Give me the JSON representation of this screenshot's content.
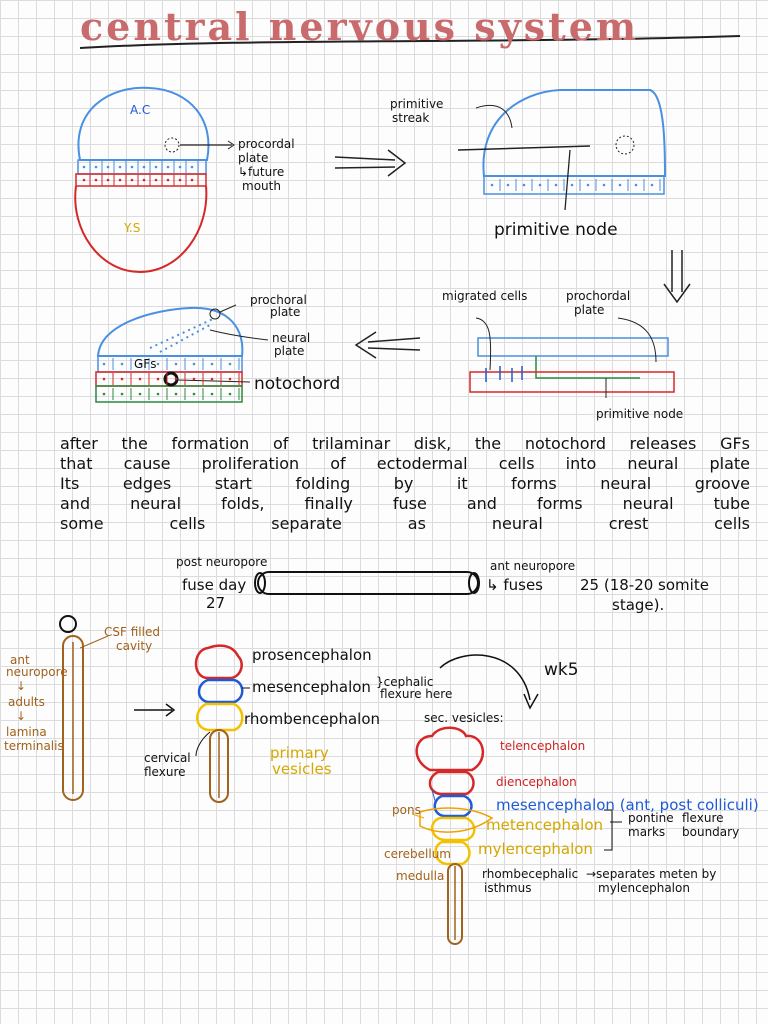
{
  "title": "central nervous system",
  "panel1": {
    "ac_label": "A.C",
    "ys_label": "Y.S",
    "plate_label_1": "procordal",
    "plate_label_2": "plate",
    "plate_label_3": "↳future",
    "plate_label_4": "mouth"
  },
  "panel2": {
    "streak_label_1": "primitive",
    "streak_label_2": "streak",
    "node_label": "primitive node"
  },
  "panel3": {
    "migrated_label": "migrated cells",
    "prochordal_label_1": "prochordal",
    "prochordal_label_2": "plate",
    "node_label": "primitive node"
  },
  "panel4": {
    "prochoral_label_1": "prochoral",
    "prochoral_label_2": "plate",
    "neural_label_1": "neural",
    "neural_label_2": "plate",
    "gfs_label": "GFs",
    "notochord_label": "notochord"
  },
  "paragraph": [
    "after the formation of trilaminar disk, the notochord releases GFs",
    "that cause proliferation of ectodermal cells into neural plate",
    "Its edges start folding by it forms neural groove",
    "and neural folds, finally fuse and forms neural tube",
    "some cells separate as neural crest cells"
  ],
  "tube": {
    "post_label": "post neuropore",
    "fuse_label": "fuse day",
    "day_value": "27",
    "ant_label": "ant neuropore",
    "fuses_label": "↳ fuses",
    "ant_value": "25 (18-20 somite",
    "stage_label": "stage)."
  },
  "primary": {
    "ant_label_1": "ant",
    "ant_label_2": "neuropore",
    "ant_label_3": "↓",
    "ant_label_4": "adults",
    "ant_label_5": "↓",
    "ant_label_6": "lamina",
    "ant_label_7": "terminalis",
    "csf_label_1": "CSF filled",
    "csf_label_2": "cavity",
    "prosencephalon": "prosencephalon",
    "mesencephalon": "mesencephalon",
    "cephalic_1": "}cephalic",
    "cephalic_2": "flexure here",
    "rhombencephalon": "rhombencephalon",
    "cervical_1": "cervical",
    "cervical_2": "flexure",
    "primary_1": "primary",
    "primary_2": "vesicles",
    "wk_label": "wk5"
  },
  "secondary": {
    "sec_label": "sec. vesicles:",
    "telencephalon": "telencephalon",
    "diencephalon": "diencephalon",
    "mesencephalon": "mesencephalon (ant, post colliculi)",
    "metencephalon": "metencephalon",
    "myelencephalon": "mylencephalon",
    "pontine_1": "pontine",
    "pontine_2": "marks",
    "flexure_1": "flexure",
    "flexure_2": "boundary",
    "pons": "pons",
    "cerebellum": "cerebellum",
    "medulla": "medulla",
    "rhomb_1": "rhombecephalic",
    "rhomb_2": "isthmus",
    "separates_1": "→separates meten by",
    "separates_2": "mylencephalon"
  },
  "colors": {
    "ectoderm": "#4a90e2",
    "endoderm": "#d62828",
    "mesoderm": "#2a8a3e",
    "title": "#c96a6c",
    "tube": "#a0621c",
    "yellow": "#f2c200"
  }
}
